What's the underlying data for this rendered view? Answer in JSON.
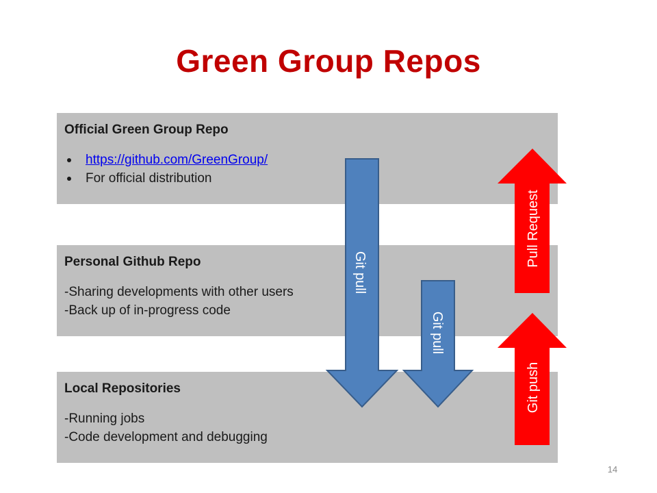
{
  "title": "Green Group Repos",
  "boxes": {
    "official": {
      "heading": "Official Green Group Repo",
      "items": [
        "https://github.com/GreenGroup/",
        "For official distribution"
      ]
    },
    "personal": {
      "heading": "Personal Github Repo",
      "lines": [
        "-Sharing developments with other users",
        "-Back up of in-progress code"
      ]
    },
    "local": {
      "heading": "Local Repositories",
      "lines": [
        "-Running jobs",
        "-Code development and debugging"
      ]
    }
  },
  "arrows": {
    "git_pull_long": "Git pull",
    "git_pull_short": "Git pull",
    "pull_request": "Pull Request",
    "git_push": "Git push"
  },
  "colors": {
    "title": "#c00000",
    "box": "#bfbfbf",
    "pull_arrow": "#4f81bd",
    "push_arrow": "#ff0000"
  },
  "page_number": "14"
}
